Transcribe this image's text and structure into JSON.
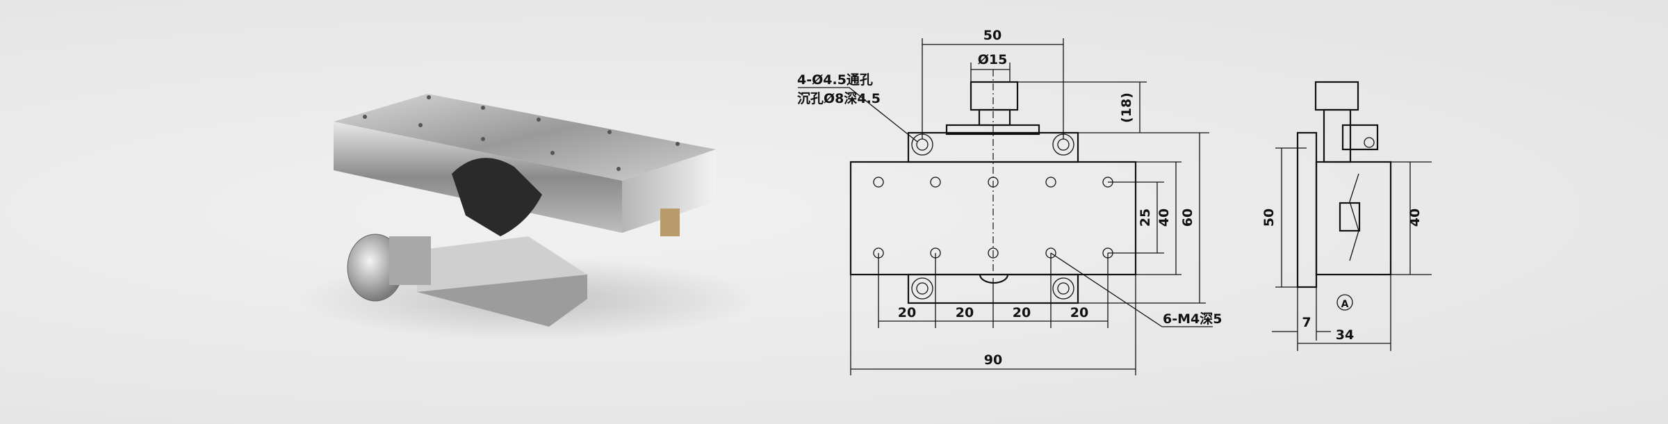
{
  "front_view": {
    "dim_top_width": "50",
    "dim_knob_diameter": "Ø15",
    "dim_knob_height": "(18)",
    "dim_hole_rows": "25",
    "dim_body_height": "40",
    "dim_total_height": "60",
    "dim_pitch": [
      "20",
      "20",
      "20",
      "20"
    ],
    "dim_total_width": "90",
    "note_mount_holes_1": "4-Ø4.5通孔",
    "note_mount_holes_2": "沉孔Ø8深4.5",
    "note_tapped_holes": "6-M4深5"
  },
  "side_view": {
    "dim_height": "50",
    "dim_body_height": "40",
    "dim_plate": "7",
    "dim_depth": "34",
    "view_marker": "A"
  }
}
